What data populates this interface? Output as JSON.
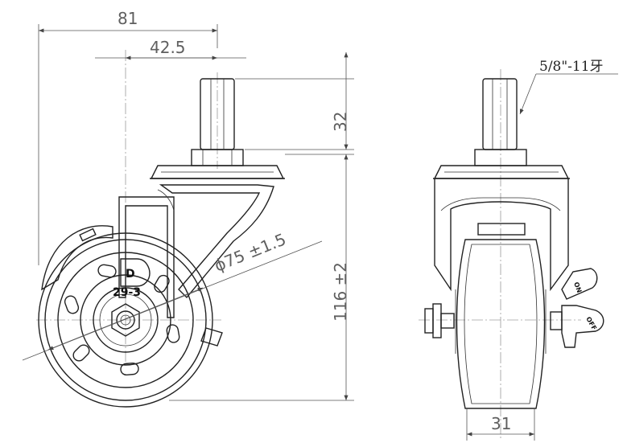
{
  "dimensions": {
    "overall_width": "81",
    "offset_width": "42.5",
    "stem_height": "32",
    "total_height": "116 ±2",
    "wheel_diameter": "ϕ75 ±1.5",
    "wheel_width": "31"
  },
  "thread_label": "5/8\"-11牙",
  "wheel_marks": {
    "logo": "D",
    "model": "29-3"
  },
  "brake_labels": {
    "on": "ON",
    "off": "OFF"
  }
}
